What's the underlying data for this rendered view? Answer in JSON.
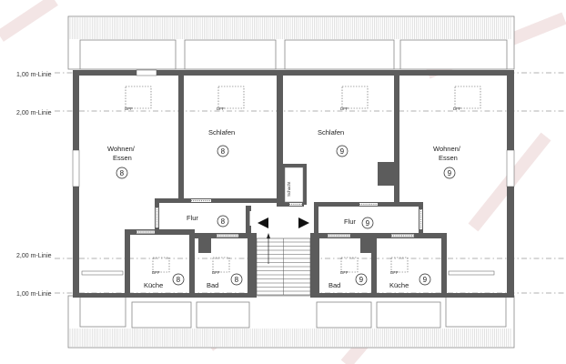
{
  "lines": [
    {
      "label": "1,00 m-Linie"
    },
    {
      "label": "2,00 m-Linie"
    },
    {
      "label": "2,00 m-Linie"
    },
    {
      "label": "1,00 m-Linie"
    }
  ],
  "rooms": [
    {
      "name": "Wohnen/\nEssen",
      "name1": "Wohnen/",
      "name2": "Essen",
      "unit": "8"
    },
    {
      "name": "Schlafen",
      "unit": "8"
    },
    {
      "name": "Schlafen",
      "unit": "9"
    },
    {
      "name1": "Wohnen/",
      "name2": "Essen",
      "unit": "9"
    },
    {
      "name": "Flur",
      "unit": "8"
    },
    {
      "name": "Flur",
      "unit": "9"
    },
    {
      "name": "Küche",
      "unit": "8"
    },
    {
      "name": "Bad",
      "unit": "8"
    },
    {
      "name": "Bad",
      "unit": "9"
    },
    {
      "name": "Küche",
      "unit": "9"
    }
  ],
  "skylight_label": "DFF",
  "shaft_label": "Schacht",
  "colors": {
    "wall": "#5c5c5c",
    "watermark": "#f3e5e5"
  }
}
